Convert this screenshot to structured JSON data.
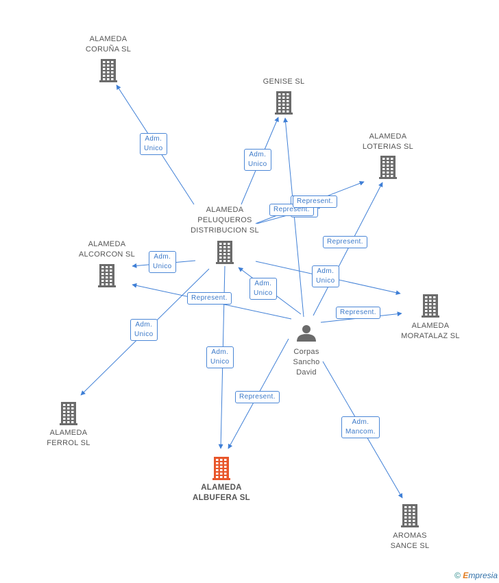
{
  "nodes": [
    {
      "id": "coruna",
      "label": "ALAMEDA\nCORUÑA SL",
      "type": "company"
    },
    {
      "id": "genise",
      "label": "GENISE SL",
      "type": "company"
    },
    {
      "id": "loterias",
      "label": "ALAMEDA\nLOTERIAS SL",
      "type": "company"
    },
    {
      "id": "peluqueros",
      "label": "ALAMEDA\nPELUQUEROS\nDISTRIBUCION SL",
      "type": "company"
    },
    {
      "id": "alcorcon",
      "label": "ALAMEDA\nALCORCON SL",
      "type": "company"
    },
    {
      "id": "moratalaz",
      "label": "ALAMEDA\nMORATALAZ SL",
      "type": "company"
    },
    {
      "id": "person",
      "label": "Corpas\nSancho\nDavid",
      "type": "person"
    },
    {
      "id": "ferrol",
      "label": "ALAMEDA\nFERROL SL",
      "type": "company"
    },
    {
      "id": "albufera",
      "label": "ALAMEDA\nALBUFERA SL",
      "type": "company-main"
    },
    {
      "id": "aromas",
      "label": "AROMAS\nSANCE SL",
      "type": "company"
    }
  ],
  "edges": [
    {
      "from": "peluqueros",
      "to": "coruna",
      "label": "Adm.\nUnico"
    },
    {
      "from": "peluqueros",
      "to": "genise",
      "label": "Adm.\nUnico"
    },
    {
      "from": "peluqueros",
      "to": "loterias",
      "label": "Adm.\nUnico"
    },
    {
      "from": "person",
      "to": "peluqueros",
      "label": "Represent."
    },
    {
      "from": "peluqueros",
      "to": "alcorcon",
      "label": "Adm.\nUnico"
    },
    {
      "from": "peluqueros",
      "to": "ferrol",
      "label": "Adm.\nUnico"
    },
    {
      "from": "peluqueros",
      "to": "albufera",
      "label": "Adm.\nUnico"
    },
    {
      "from": "peluqueros",
      "to": "moratalaz",
      "label": "Adm.\nUnico"
    },
    {
      "from": "person",
      "to": "genise",
      "label": "Represent."
    },
    {
      "from": "person",
      "to": "loterias",
      "label": "Represent."
    },
    {
      "from": "person",
      "to": "alcorcon",
      "label": "Represent."
    },
    {
      "from": "person",
      "to": "moratalaz",
      "label": "Represent."
    },
    {
      "from": "person",
      "to": "peluqueros",
      "label": "Adm.\nUnico"
    },
    {
      "from": "person",
      "to": "albufera",
      "label": "Represent."
    },
    {
      "from": "person",
      "to": "aromas",
      "label": "Adm.\nMancom."
    }
  ],
  "colors": {
    "edge": "#3f7fd6",
    "company": "#6b6b6b",
    "main": "#e8562a",
    "person": "#6b6b6b"
  },
  "footer": {
    "copyright": "©",
    "brand_e": "E",
    "brand_rest": "mpresia"
  }
}
